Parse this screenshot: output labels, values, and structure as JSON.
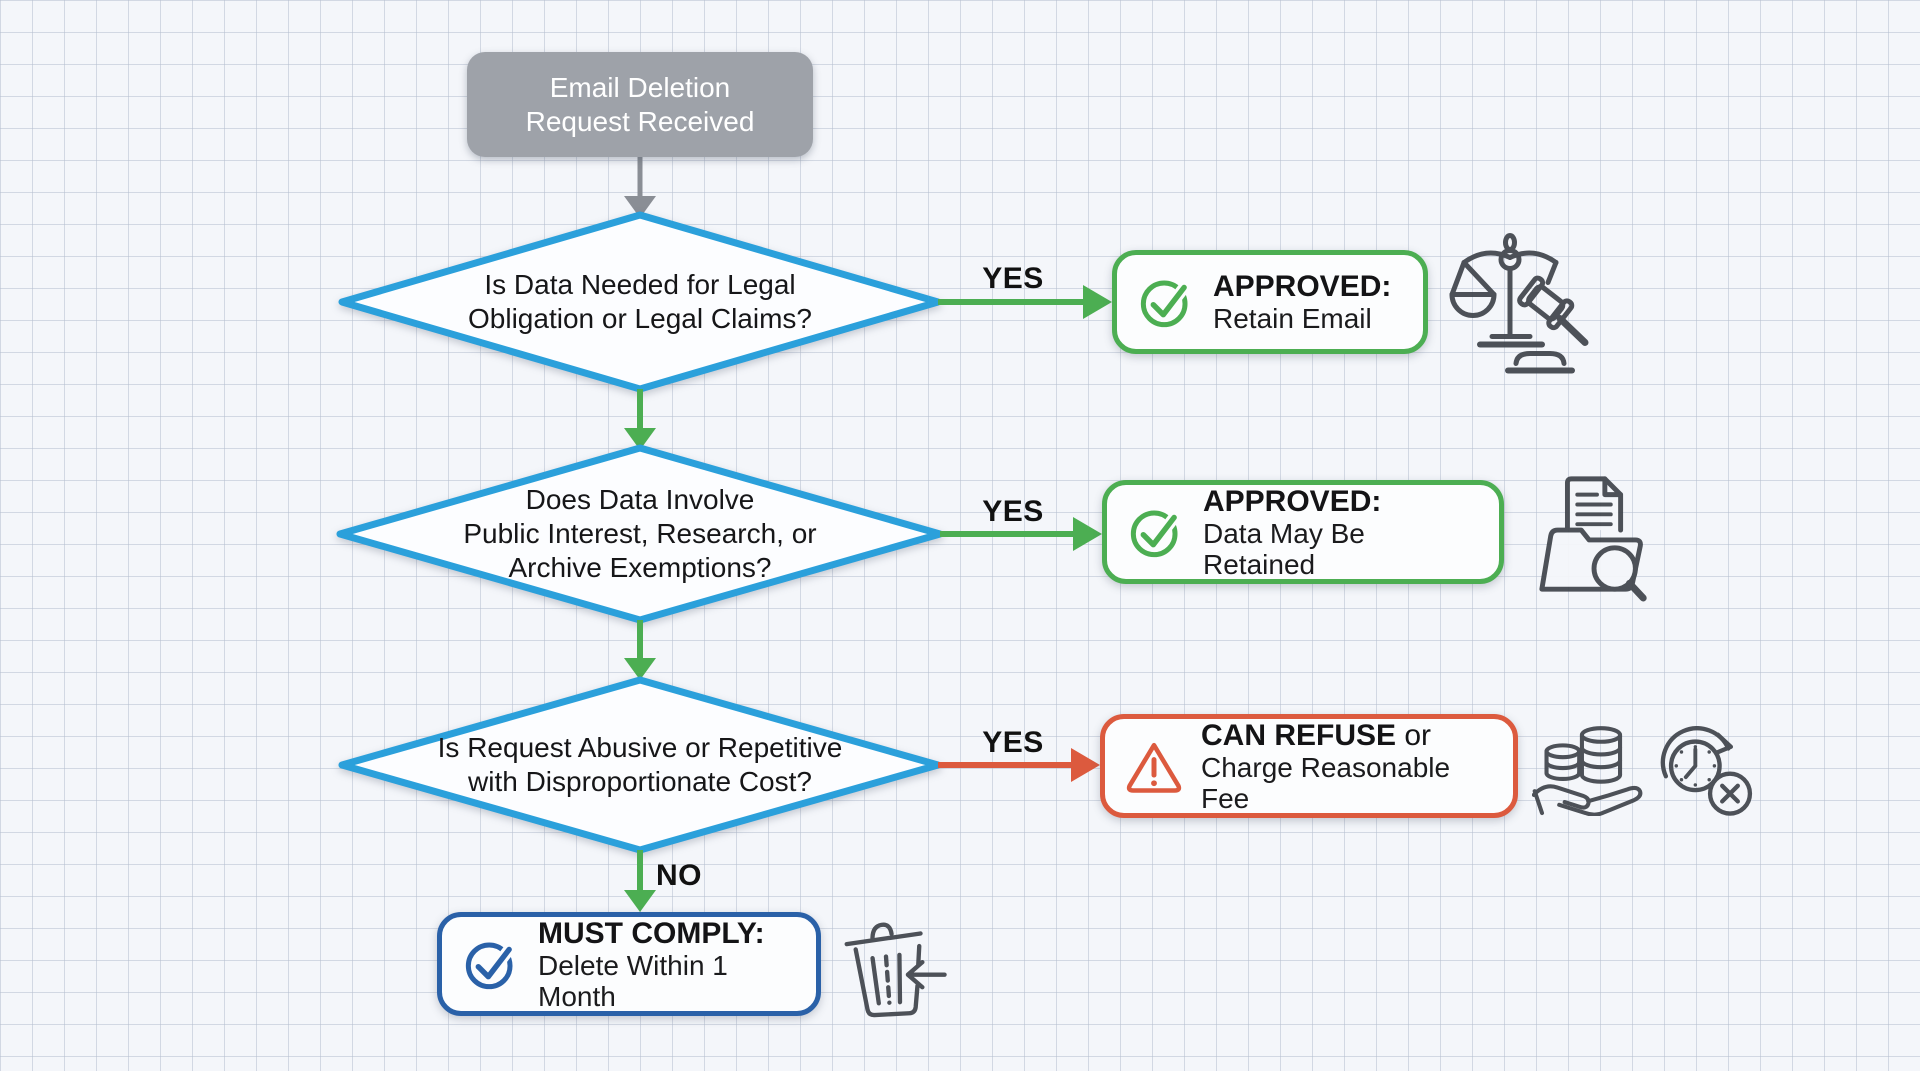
{
  "palette": {
    "diamond_blue": "#2ba0db",
    "approve_green": "#4cae52",
    "refuse_red": "#dc5a3e",
    "comply_navy": "#2a61a8",
    "start_gray": "#9ea2a9",
    "icon_outline_gray": "#3f444b",
    "text_black": "#1b1b1d",
    "paper": "#f4f6fa"
  },
  "start": {
    "label": "Email Deletion\nRequest Received"
  },
  "decisions": [
    {
      "question": "Is Data Needed for Legal\nObligation or Legal Claims?",
      "yes_label": "YES"
    },
    {
      "question": "Does Data Involve\nPublic Interest, Research, or\nArchive Exemptions?",
      "yes_label": "YES"
    },
    {
      "question": "Is Request Abusive or Repetitive\nwith Disproportionate Cost?",
      "yes_label": "YES",
      "no_label": "NO"
    }
  ],
  "outcomes": [
    {
      "title": "APPROVED:",
      "subtitle": "Retain Email",
      "icon": "check-circle",
      "accent": "#4cae52"
    },
    {
      "title": "APPROVED:",
      "subtitle": "Data May Be Retained",
      "icon": "check-circle",
      "accent": "#4cae52"
    },
    {
      "title_bold": "CAN REFUSE",
      "title_rest": " or",
      "subtitle": "Charge Reasonable Fee",
      "icon": "warning-triangle",
      "accent": "#dc5a3e"
    },
    {
      "title": "MUST COMPLY:",
      "subtitle": "Delete Within 1 Month",
      "icon": "check-circle",
      "accent": "#2a61a8"
    }
  ],
  "side_icons": [
    {
      "name": "justice-scales-gavel"
    },
    {
      "name": "archive-folder-search"
    },
    {
      "name": "coins-in-hand"
    },
    {
      "name": "deadline-clock-cancel"
    },
    {
      "name": "trash-delete"
    }
  ]
}
